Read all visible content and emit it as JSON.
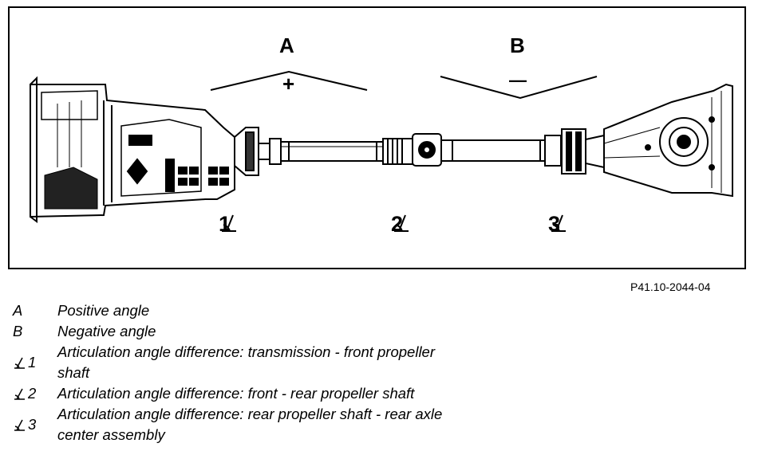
{
  "figure": {
    "label_a": "A",
    "label_b": "B",
    "sign_positive": "+",
    "sign_negative": "—",
    "angle_labels": [
      "1",
      "2",
      "3"
    ],
    "reference": "P41.10-2044-04"
  },
  "legend": [
    {
      "key": "A",
      "text": "Positive angle"
    },
    {
      "key": "B",
      "text": "Negative angle"
    },
    {
      "key": "1",
      "angle_symbol": true,
      "text": "Articulation angle difference: transmission - front propeller",
      "text2": "shaft"
    },
    {
      "key": "2",
      "angle_symbol": true,
      "text": "Articulation angle difference: front - rear propeller shaft"
    },
    {
      "key": "3",
      "angle_symbol": true,
      "text": "Articulation angle difference: rear propeller shaft - rear axle",
      "text2": "center assembly"
    }
  ]
}
